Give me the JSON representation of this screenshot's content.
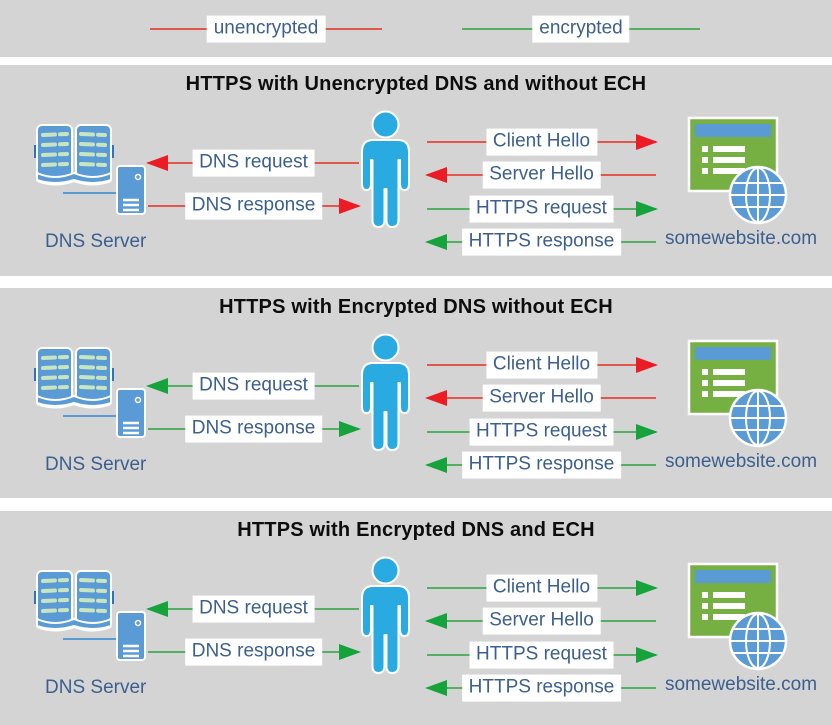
{
  "legend": {
    "unencrypted_label": "unencrypted",
    "encrypted_label": "encrypted"
  },
  "colors": {
    "background": "#d4d4d4",
    "unencrypted_line": "#e0574c",
    "unencrypted_head": "#ec1c24",
    "encrypted_line": "#53b063",
    "encrypted_head": "#17a33c",
    "label_text": "#3c5f8e",
    "person": "#29abe2",
    "device_blue": "#5b9bd5",
    "website_green": "#76b043",
    "book_page_lines": "#c9e5c0",
    "book_tabs": "#2e75b6"
  },
  "panels": [
    {
      "title": "HTTPS with Unencrypted DNS and without ECH",
      "dns_server_label": "DNS Server",
      "website_label": "somewebsite.com",
      "messages": {
        "dns_request": {
          "label": "DNS request",
          "direction": "left",
          "encrypted": false
        },
        "dns_response": {
          "label": "DNS response",
          "direction": "right",
          "encrypted": false
        },
        "client_hello": {
          "label": "Client Hello",
          "direction": "right",
          "encrypted": false
        },
        "server_hello": {
          "label": "Server Hello",
          "direction": "left",
          "encrypted": false
        },
        "https_request": {
          "label": "HTTPS request",
          "direction": "right",
          "encrypted": true
        },
        "https_response": {
          "label": "HTTPS response",
          "direction": "left",
          "encrypted": true
        }
      }
    },
    {
      "title": "HTTPS with Encrypted DNS without ECH",
      "dns_server_label": "DNS Server",
      "website_label": "somewebsite.com",
      "messages": {
        "dns_request": {
          "label": "DNS request",
          "direction": "left",
          "encrypted": true
        },
        "dns_response": {
          "label": "DNS response",
          "direction": "right",
          "encrypted": true
        },
        "client_hello": {
          "label": "Client Hello",
          "direction": "right",
          "encrypted": false
        },
        "server_hello": {
          "label": "Server Hello",
          "direction": "left",
          "encrypted": false
        },
        "https_request": {
          "label": "HTTPS request",
          "direction": "right",
          "encrypted": true
        },
        "https_response": {
          "label": "HTTPS response",
          "direction": "left",
          "encrypted": true
        }
      }
    },
    {
      "title": "HTTPS with Encrypted DNS and ECH",
      "dns_server_label": "DNS Server",
      "website_label": "somewebsite.com",
      "messages": {
        "dns_request": {
          "label": "DNS request",
          "direction": "left",
          "encrypted": true
        },
        "dns_response": {
          "label": "DNS response",
          "direction": "right",
          "encrypted": true
        },
        "client_hello": {
          "label": "Client Hello",
          "direction": "right",
          "encrypted": true
        },
        "server_hello": {
          "label": "Server Hello",
          "direction": "left",
          "encrypted": true
        },
        "https_request": {
          "label": "HTTPS request",
          "direction": "right",
          "encrypted": true
        },
        "https_response": {
          "label": "HTTPS response",
          "direction": "left",
          "encrypted": true
        }
      }
    }
  ]
}
